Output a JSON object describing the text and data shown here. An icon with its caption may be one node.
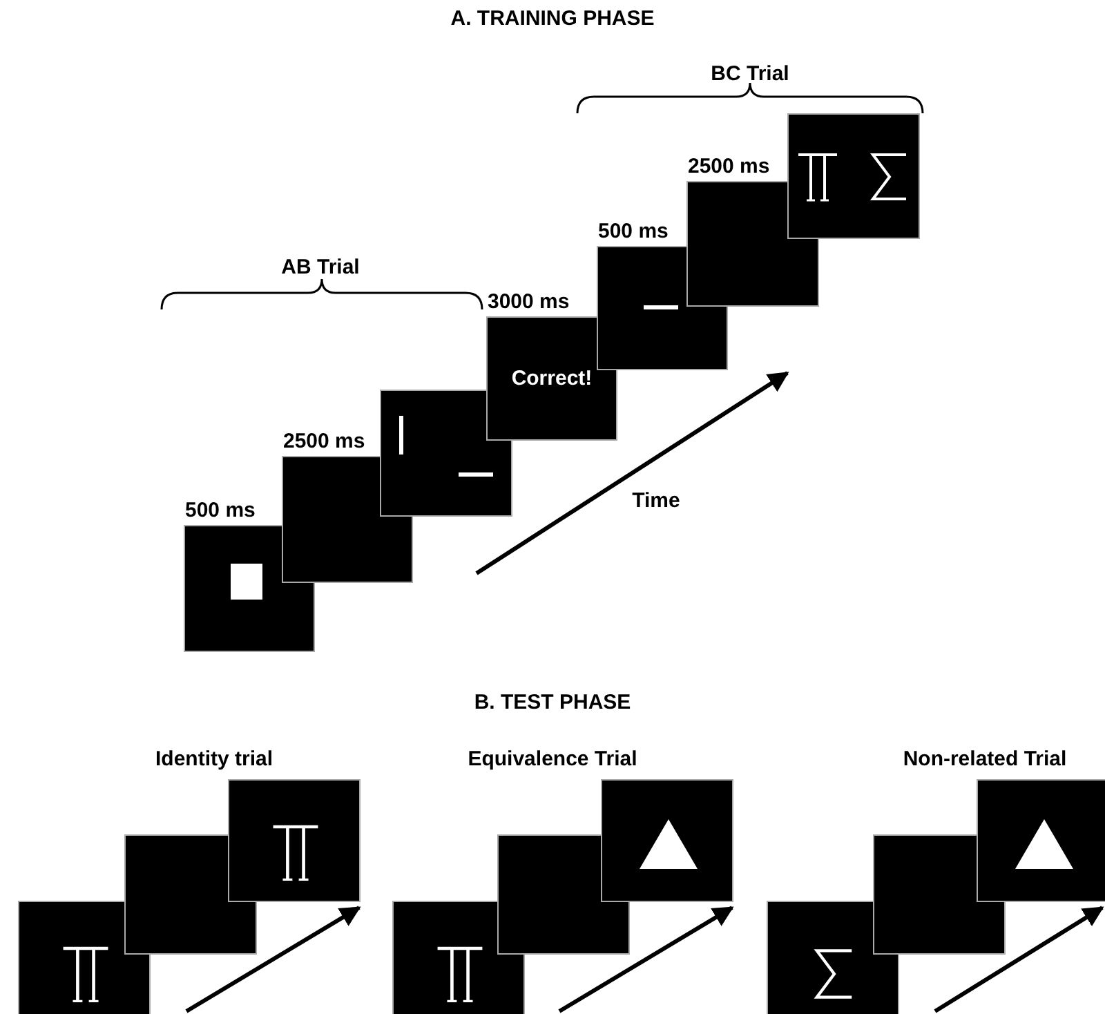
{
  "diagram": {
    "nodes": [
      {
        "text": [],
        "shape": "box",
        "beside": [
          "500 ms"
        ]
      },
      {
        "text": [],
        "shape": "box",
        "beside": [
          "2500 ms"
        ]
      },
      {
        "text": [],
        "shape": "box"
      },
      {
        "text": [
          "Correct!"
        ],
        "beside": [
          "3000 ms"
        ]
      },
      {
        "text": [],
        "shape": "box",
        "beside": [
          "500 ms"
        ]
      },
      {
        "text": [],
        "shape": "box",
        "beside": [
          "2500 ms"
        ]
      },
      {
        "text": [],
        "shape": "box"
      },
      {
        "text": [],
        "shape": "box"
      },
      {
        "text": [],
        "shape": "box"
      },
      {
        "text": [],
        "shape": "box"
      },
      {
        "text": [],
        "shape": "box"
      },
      {
        "text": [],
        "shape": "box"
      },
      {
        "text": [],
        "shape": "box"
      },
      {
        "text": [],
        "shape": "box"
      },
      {
        "text": [],
        "shape": "box"
      },
      {
        "text": [],
        "shape": "box"
      }
    ],
    "edges": [],
    "labels": [
      "A. TRAINING PHASE",
      "BC Trial",
      "AB Trial",
      "Time",
      "B. TEST PHASE",
      "Identity trial",
      "Equivalence Trial",
      "Non-related Trial"
    ]
  }
}
